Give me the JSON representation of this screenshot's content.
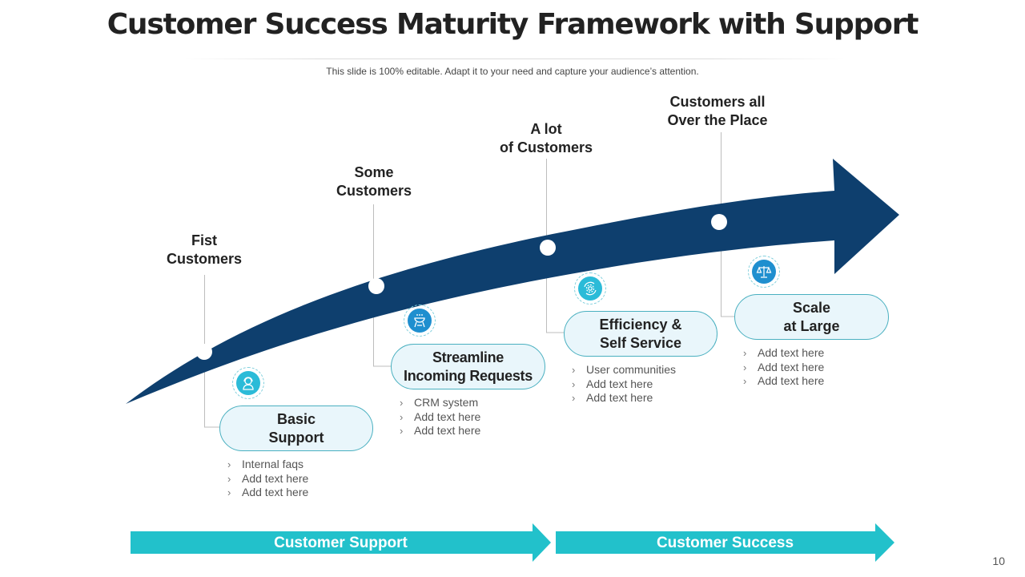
{
  "header": {
    "title": "Customer Success Maturity Framework with Support",
    "subtitle": "This slide is 100% editable. Adapt it to your need and capture your audience’s attention."
  },
  "colors": {
    "arrow": "#0e3f6e",
    "band": "#22c1cb",
    "pill_fill": "#e9f6fb",
    "pill_border": "#4ab0c0",
    "icon_light": "#2bbbd8",
    "icon_dark": "#1f8fcf"
  },
  "stages": [
    {
      "label_line1": "Fist",
      "label_line2": "Customers",
      "title_line1": "Basic",
      "title_line2": "Support",
      "icon": "headset-support-icon",
      "bullets": [
        "Internal faqs",
        "Add text here",
        "Add text here"
      ]
    },
    {
      "label_line1": "Some",
      "label_line2": "Customers",
      "title_line1": "Streamline",
      "title_line2": "Incoming Requests",
      "icon": "grill-icon",
      "bullets": [
        "CRM system",
        "Add text here",
        "Add text here"
      ]
    },
    {
      "label_line1": "A lot",
      "label_line2": "of Customers",
      "title_line1": "Efficiency &",
      "title_line2": "Self Service",
      "icon": "gear-cycle-icon",
      "bullets": [
        "User communities",
        "Add text here",
        "Add text here"
      ]
    },
    {
      "label_line1": "Customers all",
      "label_line2": "Over the Place",
      "title_line1": "Scale",
      "title_line2": "at Large",
      "icon": "balance-scale-icon",
      "bullets": [
        "Add text here",
        "Add text here",
        "Add text here"
      ]
    }
  ],
  "bands": [
    {
      "label": "Customer Support"
    },
    {
      "label": "Customer Success"
    }
  ],
  "bullet_glyph": "›",
  "page_number": "10"
}
